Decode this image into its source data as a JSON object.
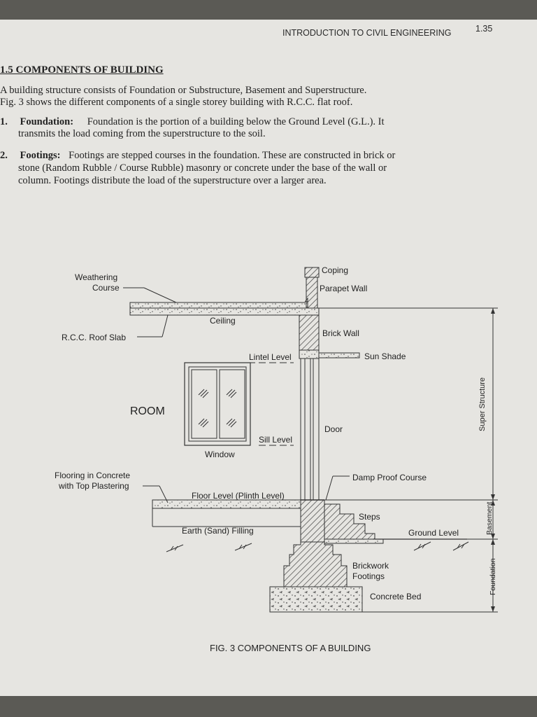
{
  "header": {
    "running_title": "INTRODUCTION TO CIVIL ENGINEERING",
    "page_number": "1.35"
  },
  "section": {
    "title": "1.5 COMPONENTS OF BUILDING"
  },
  "intro": {
    "line1": "A building structure consists of Foundation or Substructure, Basement and Superstructure.",
    "line2": "Fig. 3 shows the different components of a single storey building with R.C.C. flat roof."
  },
  "items": [
    {
      "num": "1.",
      "term": "Foundation:",
      "line1": "Foundation is the portion of a building below the Ground Level (G.L.).   It",
      "line2": "transmits the load coming from the superstructure to the soil."
    },
    {
      "num": "2.",
      "term": "Footings:",
      "line1": "Footings are stepped courses in the foundation.  These are constructed in brick or",
      "line2": "stone (Random Rubble / Course Rubble) masonry or concrete under the base of the wall or",
      "line3": "column.  Footings distribute the load of the superstructure over a larger area."
    }
  ],
  "figure": {
    "labels": {
      "weathering": "Weathering",
      "course": "Course",
      "coping": "Coping",
      "parapet_wall": "Parapet Wall",
      "ceiling": "Ceiling",
      "rcc_roof_slab": "R.C.C. Roof Slab",
      "brick_wall": "Brick Wall",
      "lintel_level": "Lintel Level",
      "sun_shade": "Sun Shade",
      "room": "ROOM",
      "door": "Door",
      "sill_level": "Sill Level",
      "window": "Window",
      "flooring1": "Flooring in Concrete",
      "flooring2": "with Top Plastering",
      "damp_proof_course": "Damp Proof Course",
      "floor_level": "Floor Level (Plinth Level)",
      "steps": "Steps",
      "earth_filling": "Earth (Sand) Filling",
      "ground_level": "Ground Level",
      "brickwork": "Brickwork",
      "footings": "Footings",
      "concrete_bed": "Concrete Bed",
      "super_structure": "Super Structure",
      "basement": "Basement",
      "foundation": "Foundation"
    },
    "caption": "FIG. 3 COMPONENTS OF A BUILDING"
  }
}
